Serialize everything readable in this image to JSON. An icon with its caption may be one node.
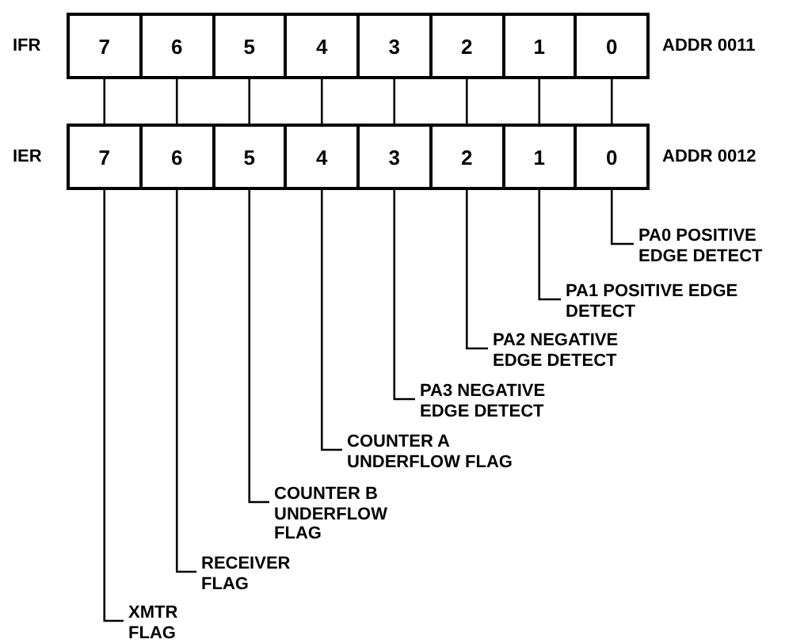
{
  "diagram": {
    "nodes": [
      {
        "text": [
          "7"
        ]
      },
      {
        "text": [
          "6"
        ]
      },
      {
        "text": [
          "5"
        ]
      },
      {
        "text": [
          "4"
        ]
      },
      {
        "text": [
          "3"
        ]
      },
      {
        "text": [
          "2"
        ]
      },
      {
        "text": [
          "1"
        ]
      },
      {
        "text": [
          "0"
        ]
      },
      {
        "text": [
          "7"
        ]
      },
      {
        "text": [
          "6"
        ]
      },
      {
        "text": [
          "5"
        ]
      },
      {
        "text": [
          "4"
        ]
      },
      {
        "text": [
          "3"
        ]
      },
      {
        "text": [
          "2"
        ]
      },
      {
        "text": [
          "1"
        ]
      },
      {
        "text": [
          "0"
        ]
      },
      {
        "text": [
          "PA0 POSITIVE EDGE DETECT"
        ]
      },
      {
        "text": [
          "PA1 POSITIVE EDGE DETECT"
        ]
      },
      {
        "text": [
          "PA2 NEGATIVE EDGE DETECT"
        ]
      },
      {
        "text": [
          "PA3 NEGATIVE EDGE DETECT"
        ]
      },
      {
        "text": [
          "COUNTER A UNDERFLOW FLAG"
        ]
      },
      {
        "text": [
          "COUNTER B UNDERFLOW FLAG"
        ]
      },
      {
        "text": [
          "RECEIVER FLAG"
        ]
      },
      {
        "text": [
          "XMTR FLAG"
        ]
      }
    ],
    "edges": [
      {
        "from": 0,
        "to": 8,
        "arrow": "none"
      },
      {
        "from": 1,
        "to": 9,
        "arrow": "none"
      },
      {
        "from": 2,
        "to": 10,
        "arrow": "none"
      },
      {
        "from": 3,
        "to": 11,
        "arrow": "none"
      },
      {
        "from": 4,
        "to": 12,
        "arrow": "none"
      },
      {
        "from": 5,
        "to": 13,
        "arrow": "none"
      },
      {
        "from": 6,
        "to": 14,
        "arrow": "none"
      },
      {
        "from": 7,
        "to": 15,
        "arrow": "none"
      },
      {
        "from": 15,
        "to": 16,
        "arrow": "none"
      },
      {
        "from": 14,
        "to": 17,
        "arrow": "none"
      },
      {
        "from": 13,
        "to": 18,
        "arrow": "none"
      },
      {
        "from": 12,
        "to": 19,
        "arrow": "none"
      },
      {
        "from": 11,
        "to": 20,
        "arrow": "none"
      },
      {
        "from": 10,
        "to": 21,
        "arrow": "none"
      },
      {
        "from": 9,
        "to": 22,
        "arrow": "none"
      },
      {
        "from": 8,
        "to": 23,
        "arrow": "none"
      }
    ],
    "labels": [
      "IFR",
      "ADDR 0011",
      "IER",
      "ADDR 0012"
    ]
  }
}
